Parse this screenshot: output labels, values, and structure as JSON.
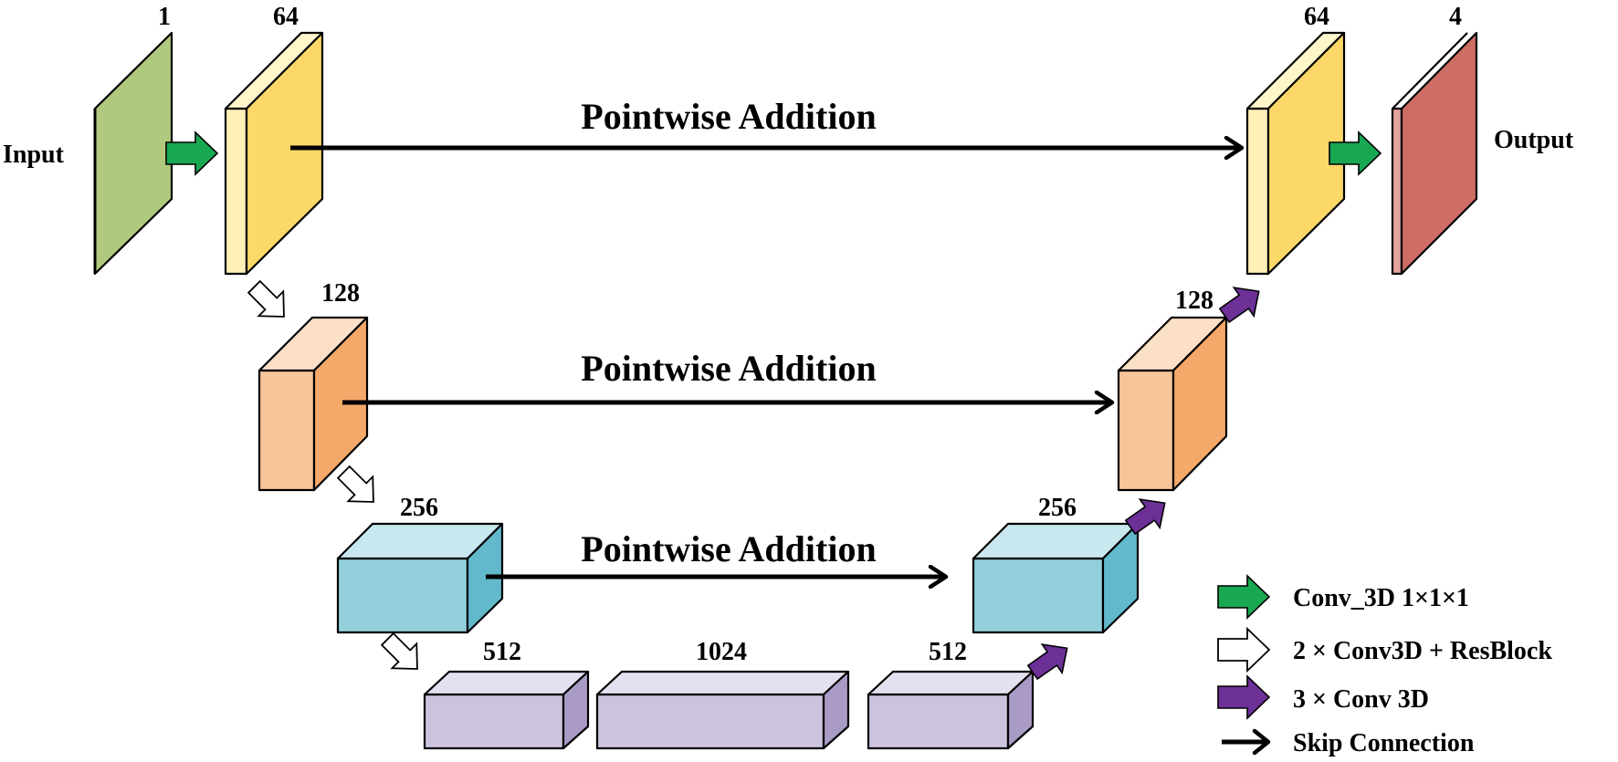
{
  "labels": {
    "input": "Input",
    "output": "Output"
  },
  "channels": {
    "input": "1",
    "enc1": "64",
    "enc2": "128",
    "enc3": "256",
    "enc4": "512",
    "bottleneck": "1024",
    "dec4": "512",
    "dec3": "256",
    "dec2": "128",
    "dec1": "64",
    "output": "4"
  },
  "skip_labels": {
    "level1": "Pointwise Addition",
    "level2": "Pointwise Addition",
    "level3": "Pointwise Addition"
  },
  "legend": [
    {
      "icon": "green-arrow-icon",
      "text": "Conv_3D 1×1×1"
    },
    {
      "icon": "white-arrow-icon",
      "text": "2 × Conv3D + ResBlock"
    },
    {
      "icon": "purple-arrow-icon",
      "text": "3 × Conv 3D"
    },
    {
      "icon": "black-arrow-icon",
      "text": "Skip Connection"
    }
  ],
  "colors": {
    "input_block": "#b0c97e",
    "enc1_block": "#fcd868",
    "level2_block": "#f4a96a",
    "level3_block": "#93d0dc",
    "level4_block": "#cdc3de",
    "output_block": "#cd6d63",
    "conv1x1_arrow": "#18a852",
    "resblock_arrow": "#ffffff",
    "conv3d_arrow": "#6d3097",
    "skip_arrow": "#000000"
  }
}
